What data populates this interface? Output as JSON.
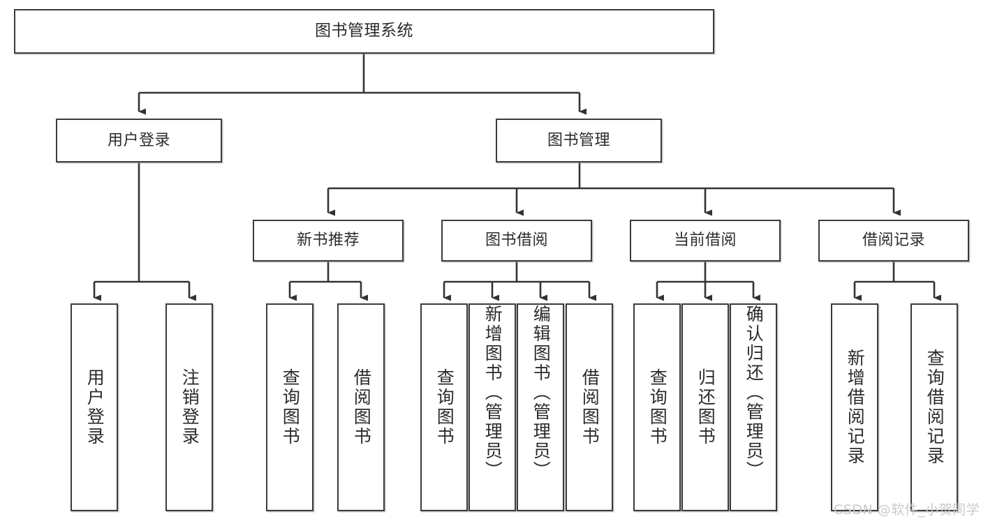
{
  "diagram": {
    "title": "图书管理系统",
    "type": "tree",
    "watermark": "CSDN @软件_小贺同学",
    "colors": {
      "box_border": "#3b3b3b",
      "box_fill": "#ffffff",
      "edge": "#333333",
      "text": "#2b2b2b",
      "watermark": "#c9c9c9",
      "background": "#ffffff"
    },
    "nodes": {
      "root": {
        "label": "图书管理系统"
      },
      "level2": [
        {
          "id": "user-login",
          "label": "用户登录"
        },
        {
          "id": "book-management",
          "label": "图书管理"
        }
      ],
      "level3": [
        {
          "id": "new-book-recommend",
          "label": "新书推荐"
        },
        {
          "id": "book-borrow",
          "label": "图书借阅"
        },
        {
          "id": "current-borrow",
          "label": "当前借阅"
        },
        {
          "id": "borrow-record",
          "label": "借阅记录"
        }
      ],
      "leaves": {
        "user-login": [
          {
            "id": "leaf-user-login",
            "label": "用户登录"
          },
          {
            "id": "leaf-logout-login",
            "label": "注销登录"
          }
        ],
        "new-book-recommend": [
          {
            "id": "leaf-query-book-1",
            "label": "查询图书"
          },
          {
            "id": "leaf-borrow-book-1",
            "label": "借阅图书"
          }
        ],
        "book-borrow": [
          {
            "id": "leaf-query-book-2",
            "label": "查询图书"
          },
          {
            "id": "leaf-add-book",
            "label": "新增图书（管理员）"
          },
          {
            "id": "leaf-edit-book",
            "label": "编辑图书（管理员）"
          },
          {
            "id": "leaf-borrow-book-2",
            "label": "借阅图书"
          }
        ],
        "current-borrow": [
          {
            "id": "leaf-query-book-3",
            "label": "查询图书"
          },
          {
            "id": "leaf-return-book",
            "label": "归还图书"
          },
          {
            "id": "leaf-confirm-return",
            "label": "确认归还（管理员）"
          }
        ],
        "borrow-record": [
          {
            "id": "leaf-add-record",
            "label": "新增借阅记录"
          },
          {
            "id": "leaf-query-record",
            "label": "查询借阅记录"
          }
        ]
      }
    }
  }
}
